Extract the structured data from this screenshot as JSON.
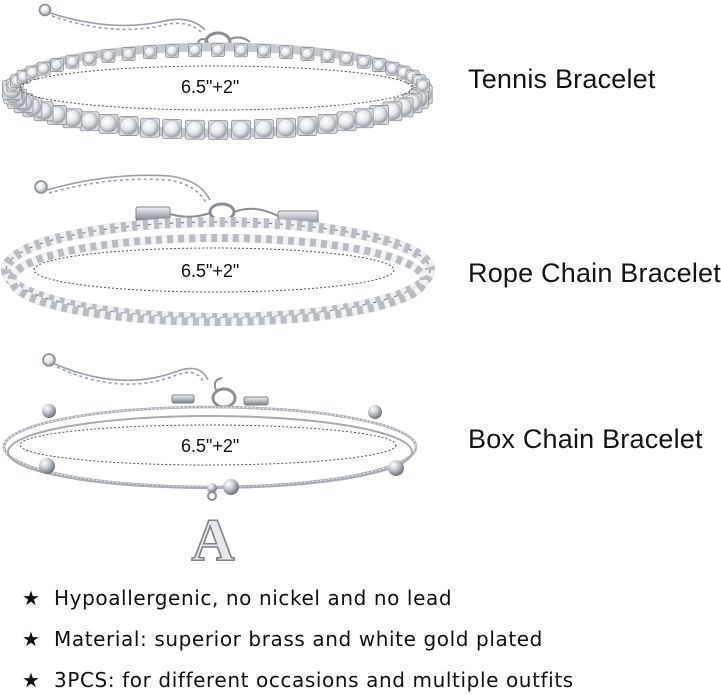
{
  "products": [
    {
      "name": "Tennis Bracelet",
      "size": "6.5\"+2\""
    },
    {
      "name": "Rope Chain Bracelet",
      "size": "6.5\"+2\""
    },
    {
      "name": "Box Chain Bracelet",
      "size": "6.5\"+2\""
    }
  ],
  "pendant_letter": "A",
  "features": [
    {
      "bullet": "★",
      "text": "Hypoallergenic, no nickel and no lead"
    },
    {
      "bullet": "★",
      "text": "Material: superior brass and white gold plated"
    },
    {
      "bullet": "★",
      "text": "3PCS: for different occasions and multiple outfits"
    }
  ],
  "colors": {
    "background": "#ffffff",
    "metal": "#b9bcc2",
    "metal_dark": "#7d8188",
    "text": "#111111"
  }
}
